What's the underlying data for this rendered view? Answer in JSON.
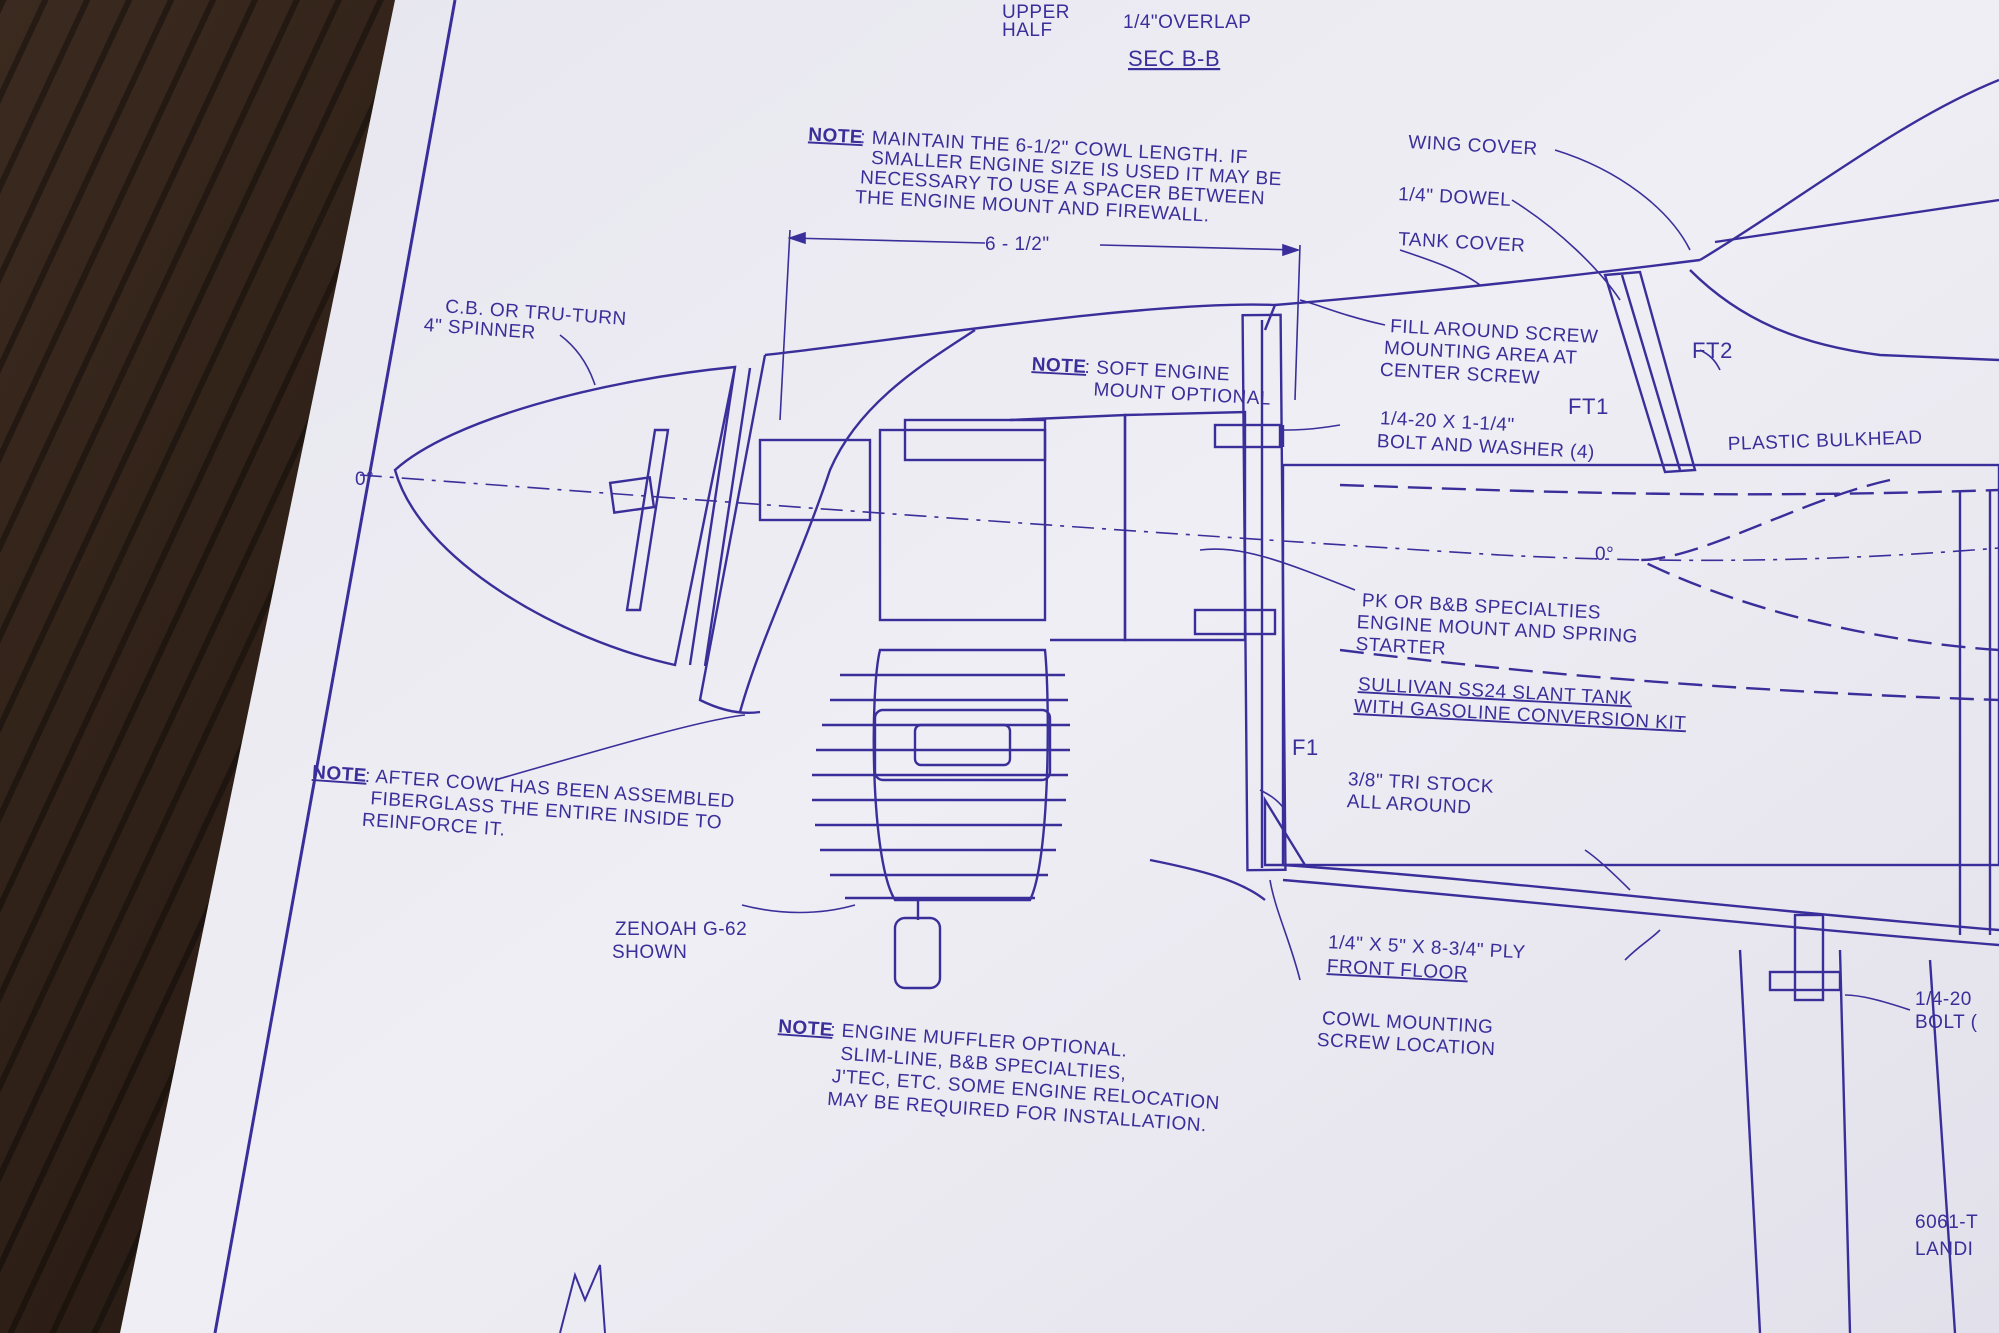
{
  "drawing": {
    "ink_color": "#3a2f9a",
    "paper_color": "#eceaf2",
    "labels": {
      "upper_half_1": "UPPER",
      "upper_half_2": "HALF",
      "overlap": "1/4\"OVERLAP",
      "sec_bb": "SEC B-B",
      "note_word": "NOTE",
      "note_cowl_1": ": MAINTAIN THE 6-1/2\" COWL LENGTH. IF",
      "note_cowl_2": "SMALLER ENGINE SIZE IS USED IT MAY BE",
      "note_cowl_3": "NECESSARY TO USE A SPACER BETWEEN",
      "note_cowl_4": "THE ENGINE MOUNT AND FIREWALL.",
      "dim_6_5": "6 - 1/2\"",
      "spinner_1": "C.B. OR TRU-TURN",
      "spinner_2": "4\" SPINNER",
      "note_soft_1": ": SOFT ENGINE",
      "note_soft_2": "MOUNT OPTIONAL",
      "wing_cover": "WING COVER",
      "dowel": "1/4\" DOWEL",
      "tank_cover": "TANK COVER",
      "fill_1": "FILL AROUND SCREW",
      "fill_2": "MOUNTING AREA AT",
      "fill_3": "CENTER SCREW",
      "ft2": "FT2",
      "ft1": "FT1",
      "bolt_1": "1/4-20 X 1-1/4\"",
      "bolt_2": "BOLT AND WASHER (4)",
      "plastic_bulkhead": "PLASTIC BULKHEAD",
      "zero_left": "0°",
      "zero_right": "0°",
      "pk_1": "PK OR B&B SPECIALTIES",
      "pk_2": "ENGINE MOUNT AND SPRING",
      "pk_3": "STARTER",
      "sullivan_1": "SULLIVAN SS24 SLANT TANK",
      "sullivan_2": "WITH GASOLINE CONVERSION KIT",
      "f1": "F1",
      "tri_1": "3/8\" TRI STOCK",
      "tri_2": "ALL AROUND",
      "note_after_1": ": AFTER COWL HAS BEEN ASSEMBLED",
      "note_after_2": "FIBERGLASS THE ENTIRE INSIDE TO",
      "note_after_3": "REINFORCE IT.",
      "zenoah_1": "ZENOAH G-62",
      "zenoah_2": "SHOWN",
      "ply_1": "1/4\" X 5\" X 8-3/4\" PLY",
      "ply_2": "FRONT FLOOR",
      "cowl_mount_1": "COWL MOUNTING",
      "cowl_mount_2": "SCREW LOCATION",
      "bolt_right_1": "1/4-20",
      "bolt_right_2": "BOLT (",
      "note_muffler_1": ": ENGINE MUFFLER OPTIONAL.",
      "note_muffler_2": "SLIM-LINE, B&B SPECIALTIES,",
      "note_muffler_3": "J'TEC, ETC. SOME ENGINE RELOCATION",
      "note_muffler_4": "MAY BE REQUIRED FOR INSTALLATION.",
      "alum_1": "6061-T",
      "alum_2": "LANDI"
    }
  }
}
